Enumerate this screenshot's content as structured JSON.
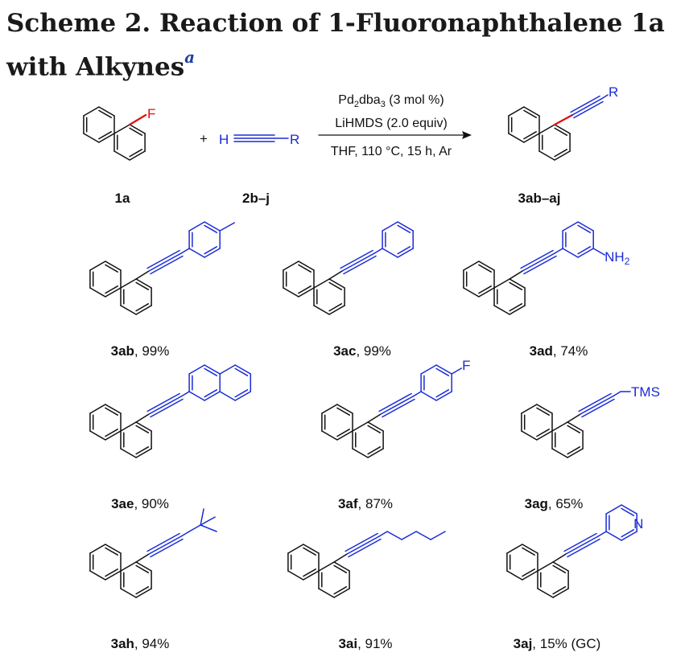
{
  "title": {
    "text": "Scheme 2. Reaction of 1-Fluoronaphthalene 1a with Alkynes",
    "footnote_mark": "a"
  },
  "reaction": {
    "reactant_1": "1a",
    "reactant_2": "2b–j",
    "product": "3ab–aj",
    "plus": "+",
    "fluorine": "F",
    "hydrogen": "H",
    "r_group": "R",
    "conditions": [
      "Pd2dba3 (3 mol %)",
      "LiHMDS (2.0 equiv)",
      "THF, 110 °C, 15 h, Ar"
    ]
  },
  "products": [
    {
      "id": "3ab",
      "yield": ", 99%",
      "substituent": "4-methylphenyl"
    },
    {
      "id": "3ac",
      "yield": ", 99%",
      "substituent": "phenyl"
    },
    {
      "id": "3ad",
      "yield": ", 74%",
      "substituent": "3-aminophenyl",
      "atom_label": "NH2"
    },
    {
      "id": "3ae",
      "yield": ", 90%",
      "substituent": "2-naphthyl"
    },
    {
      "id": "3af",
      "yield": ", 87%",
      "substituent": "4-fluorophenyl",
      "atom_label": "F"
    },
    {
      "id": "3ag",
      "yield": ", 65%",
      "substituent": "trimethylsilyl",
      "atom_label": "TMS"
    },
    {
      "id": "3ah",
      "yield": ", 94%",
      "substituent": "tert-butyl"
    },
    {
      "id": "3ai",
      "yield": ", 91%",
      "substituent": "n-butyl"
    },
    {
      "id": "3aj",
      "yield": ", 15% (GC)",
      "substituent": "3-pyridyl",
      "atom_label": "N"
    }
  ],
  "colors": {
    "bond": "#111111",
    "substituent": "#1a2bd6",
    "fluorine": "#e01010",
    "title": "#1a1a1a",
    "footnote": "#1f3f9e"
  }
}
